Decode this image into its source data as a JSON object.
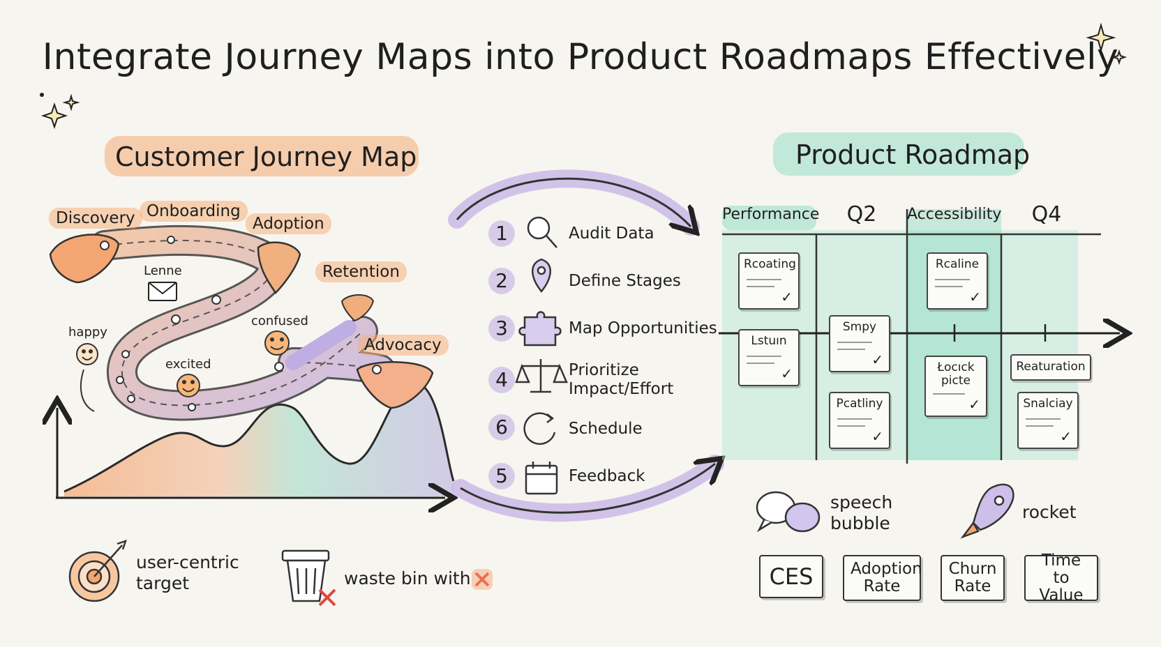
{
  "title": "Integrate Journey Maps into Product Roadmaps Effectively",
  "journey": {
    "heading": "Customer Journey Map",
    "stages": [
      "Discovery",
      "Onboarding",
      "Adoption",
      "Retention",
      "Advocacy"
    ],
    "emotions": {
      "happy": "happy",
      "excited": "excited",
      "confused": "confused",
      "lenne": "Lenne"
    }
  },
  "steps": [
    {
      "num": "1",
      "label": "Audit Data",
      "icon": "magnifier-icon"
    },
    {
      "num": "2",
      "label": "Define Stages",
      "icon": "map-pin-icon"
    },
    {
      "num": "3",
      "label": "Map Opportunities",
      "icon": "puzzle-icon"
    },
    {
      "num": "4",
      "label": "Prioritize Impact/Effort",
      "icon": "scales-icon"
    },
    {
      "num": "6",
      "label": "Schedule",
      "icon": "cycle-icon"
    },
    {
      "num": "5",
      "label": "Feedback",
      "icon": "calendar-icon"
    }
  ],
  "roadmap": {
    "heading": "Product Roadmap",
    "columns": [
      "Performance",
      "Q2",
      "Accessibility",
      "Q4"
    ],
    "cards": [
      "Rcoating",
      "Lstuın",
      "Smpy",
      "Pcatliny",
      "Rcaline",
      "Łocıck picte",
      "Reaturation",
      "Snalciay"
    ]
  },
  "legend": {
    "speech": "speech bubble",
    "rocket": "rocket",
    "target": "user-centric target",
    "bin": "waste bin with"
  },
  "metrics": [
    "CES",
    "Adoption Rate",
    "Churn Rate",
    "Time to Value"
  ],
  "colors": {
    "orange": "#f4a46e",
    "purple": "#b9a6dd",
    "teal": "#8fd9c4",
    "ink": "#222222"
  }
}
